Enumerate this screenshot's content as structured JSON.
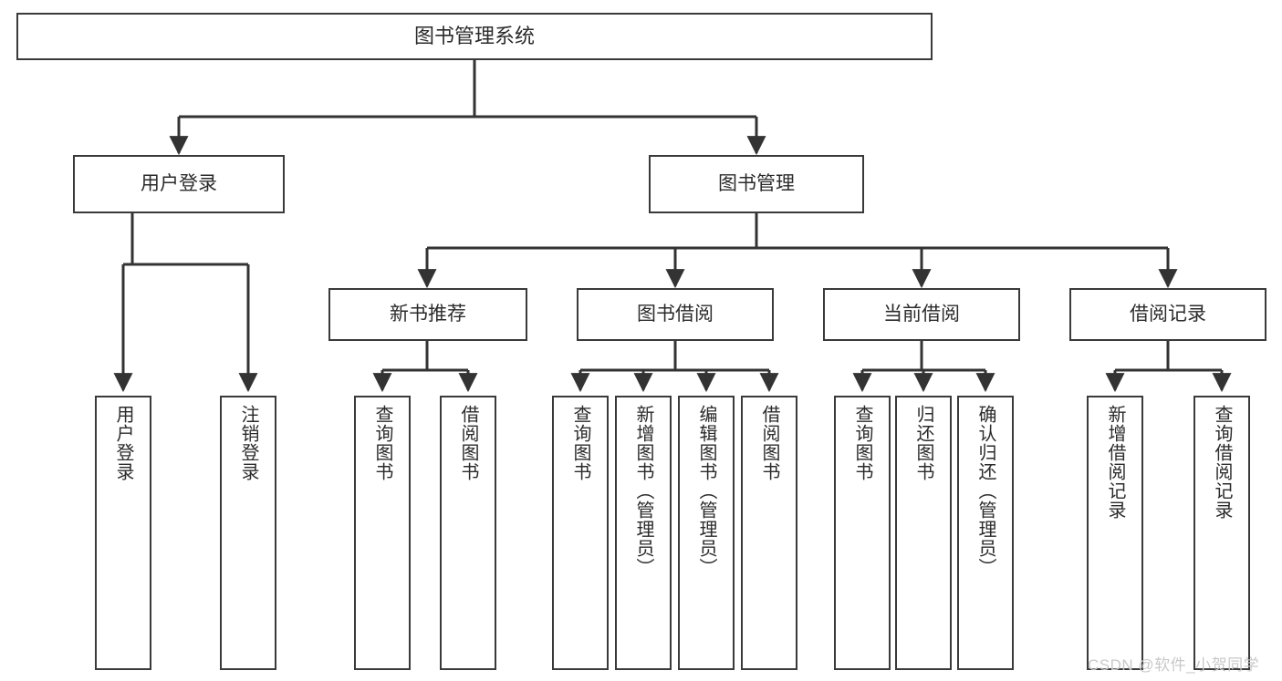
{
  "diagram": {
    "title": "图书管理系统",
    "type": "tree-hierarchy-chart",
    "watermark": "CSDN @软件_小贺同学",
    "colors": {
      "border": "#3a3a3a",
      "text": "#2b2b2b",
      "background": "#ffffff",
      "edge": "#333333",
      "watermark": "#c9c9c9"
    },
    "nodes": {
      "root": {
        "label": "图书管理系统"
      },
      "level1": [
        {
          "id": "user-login",
          "label": "用户登录"
        },
        {
          "id": "book-manage",
          "label": "图书管理"
        }
      ],
      "level2": [
        {
          "id": "new-book-recommend",
          "label": "新书推荐"
        },
        {
          "id": "book-borrow",
          "label": "图书借阅"
        },
        {
          "id": "current-borrow",
          "label": "当前借阅"
        },
        {
          "id": "borrow-record",
          "label": "借阅记录"
        }
      ],
      "leaves": {
        "user-login": [
          {
            "id": "leaf-user-login",
            "label": "用户登录"
          },
          {
            "id": "leaf-logout-login",
            "label": "注销登录"
          }
        ],
        "new-book-recommend": [
          {
            "id": "leaf-query-book-1",
            "label": "查询图书"
          },
          {
            "id": "leaf-borrow-book-1",
            "label": "借阅图书"
          }
        ],
        "book-borrow": [
          {
            "id": "leaf-query-book-2",
            "label": "查询图书"
          },
          {
            "id": "leaf-add-book",
            "label": "新增图书（管理员）"
          },
          {
            "id": "leaf-edit-book",
            "label": "编辑图书（管理员）"
          },
          {
            "id": "leaf-borrow-book-2",
            "label": "借阅图书"
          }
        ],
        "current-borrow": [
          {
            "id": "leaf-query-book-3",
            "label": "查询图书"
          },
          {
            "id": "leaf-return-book",
            "label": "归还图书"
          },
          {
            "id": "leaf-confirm-return",
            "label": "确认归还（管理员）"
          }
        ],
        "borrow-record": [
          {
            "id": "leaf-add-record",
            "label": "新增借阅记录"
          },
          {
            "id": "leaf-query-record",
            "label": "查询借阅记录"
          }
        ]
      }
    }
  }
}
